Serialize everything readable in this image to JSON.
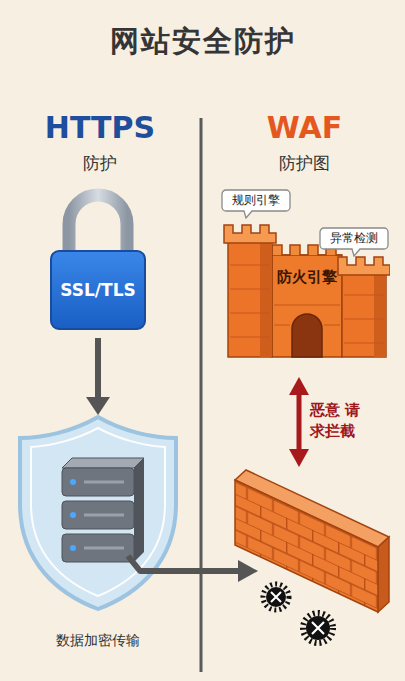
{
  "diagram": {
    "title": "网站安全防护",
    "nodes": [
      {
        "text": [
          "SSL/TLS"
        ]
      },
      {
        "text": [
          "数据加密传输"
        ]
      },
      {
        "text": [
          "规则引擎"
        ]
      },
      {
        "text": [
          "异常检测"
        ]
      },
      {
        "text": [
          "防火引擎"
        ]
      }
    ],
    "edges": [
      {
        "from": 0,
        "to": 1,
        "arrow": "to"
      }
    ],
    "labels": [
      "HTTPS",
      "防护",
      "WAF",
      "防护图",
      "恶意 请求拦截"
    ]
  }
}
